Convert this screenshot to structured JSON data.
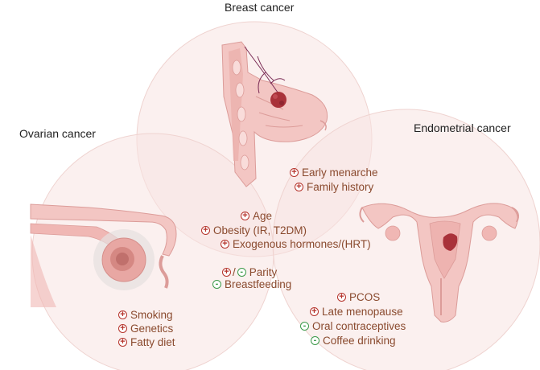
{
  "titles": {
    "breast": "Breast cancer",
    "ovarian": "Ovarian cancer",
    "endometrial": "Endometrial cancer"
  },
  "factors": {
    "breast_endometrial": [
      {
        "sign": "+",
        "text": "Early menarche"
      },
      {
        "sign": "+",
        "text": "Family history"
      }
    ],
    "shared_risk": [
      {
        "sign": "+",
        "text": "Age"
      },
      {
        "sign": "+",
        "text": "Obesity (IR, T2DM)"
      },
      {
        "sign": "+",
        "text": "Exogenous hormones/(HRT)"
      }
    ],
    "parity": {
      "sign_a": "+",
      "separator": "/",
      "sign_b": "-",
      "text": "Parity"
    },
    "breastfeeding": {
      "sign": "-",
      "text": "Breastfeeding"
    },
    "ovarian_only": [
      {
        "sign": "+",
        "text": "Smoking"
      },
      {
        "sign": "+",
        "text": "Genetics"
      },
      {
        "sign": "+",
        "text": "Fatty diet"
      }
    ],
    "endometrial_only": [
      {
        "sign": "+",
        "text": "PCOS"
      },
      {
        "sign": "+",
        "text": "Late menopause"
      },
      {
        "sign": "-",
        "text": "Oral contraceptives"
      },
      {
        "sign": "-",
        "text": "Coffee drinking"
      }
    ]
  },
  "colors": {
    "circle_fill": "#f7e4e2",
    "tissue": "#f0b7b4",
    "tissue_dark": "#d98b88",
    "tumor": "#a9323a",
    "positive": "#b5332b",
    "negative": "#3c9a4a"
  },
  "icons": [
    "breast-illustration",
    "ovary-illustration",
    "uterus-illustration"
  ]
}
